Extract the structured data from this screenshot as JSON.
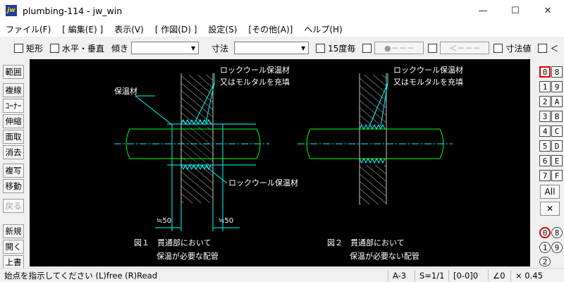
{
  "window": {
    "title": "plumbing-114 - jw_win",
    "app_icon_text": "jw"
  },
  "menu": [
    "ファイル(F)",
    "[ 編集(E) ]",
    "表示(V)",
    "[ 作図(D) ]",
    "設定(S)",
    "[その他(A)]",
    "ヘルプ(H)"
  ],
  "toolbar": {
    "rect": "矩形",
    "horiz_vert": "水平・垂直",
    "tilt": "傾き",
    "dimension": "寸法",
    "deg15": "15度毎",
    "btn1": "●－－－",
    "btn2": "＜－－－",
    "dim_value": "寸法値",
    "last": "＜"
  },
  "tools": [
    "範囲",
    "複線",
    "ｺｰﾅｰ",
    "伸縮",
    "面取",
    "消去",
    "複写",
    "移動",
    "戻る",
    "新規",
    "開く",
    "上書"
  ],
  "layers": {
    "row1": [
      "0",
      "1",
      "2",
      "3",
      "4",
      "5",
      "6",
      "7"
    ],
    "row2": [
      "8",
      "9",
      "A",
      "B",
      "C",
      "D",
      "E",
      "F"
    ],
    "all": "All",
    "groups_left": [
      "0",
      "1",
      "2"
    ],
    "groups_right": [
      "8",
      "9"
    ]
  },
  "drawing": {
    "fig1": {
      "label_top": "ロックウール保温材",
      "label_top2": "又はモルタルを充填",
      "label_insul": "保温材",
      "label_bottom": "ロックウール保温材",
      "dim_left": "≒50",
      "dim_right": "≒50",
      "caption1": "図１　貫通部において",
      "caption2": "保温が必要な配管"
    },
    "fig2": {
      "label_top": "ロックウール保温材",
      "label_top2": "又はモルタルを充填",
      "caption1": "図２　貫通部において",
      "caption2": "保温が必要ない配管"
    }
  },
  "status": {
    "message": "始点を指示してください (L)free (R)Read",
    "paper": "A-3",
    "scale": "S=1/1",
    "layer": "[0-0]0",
    "angle": "∠0",
    "zoom": "× 0.45"
  },
  "colors": {
    "pipe": "#00ff00",
    "line": "#00ffff",
    "text": "#ffffff",
    "hatch": "#c8c8c8"
  }
}
